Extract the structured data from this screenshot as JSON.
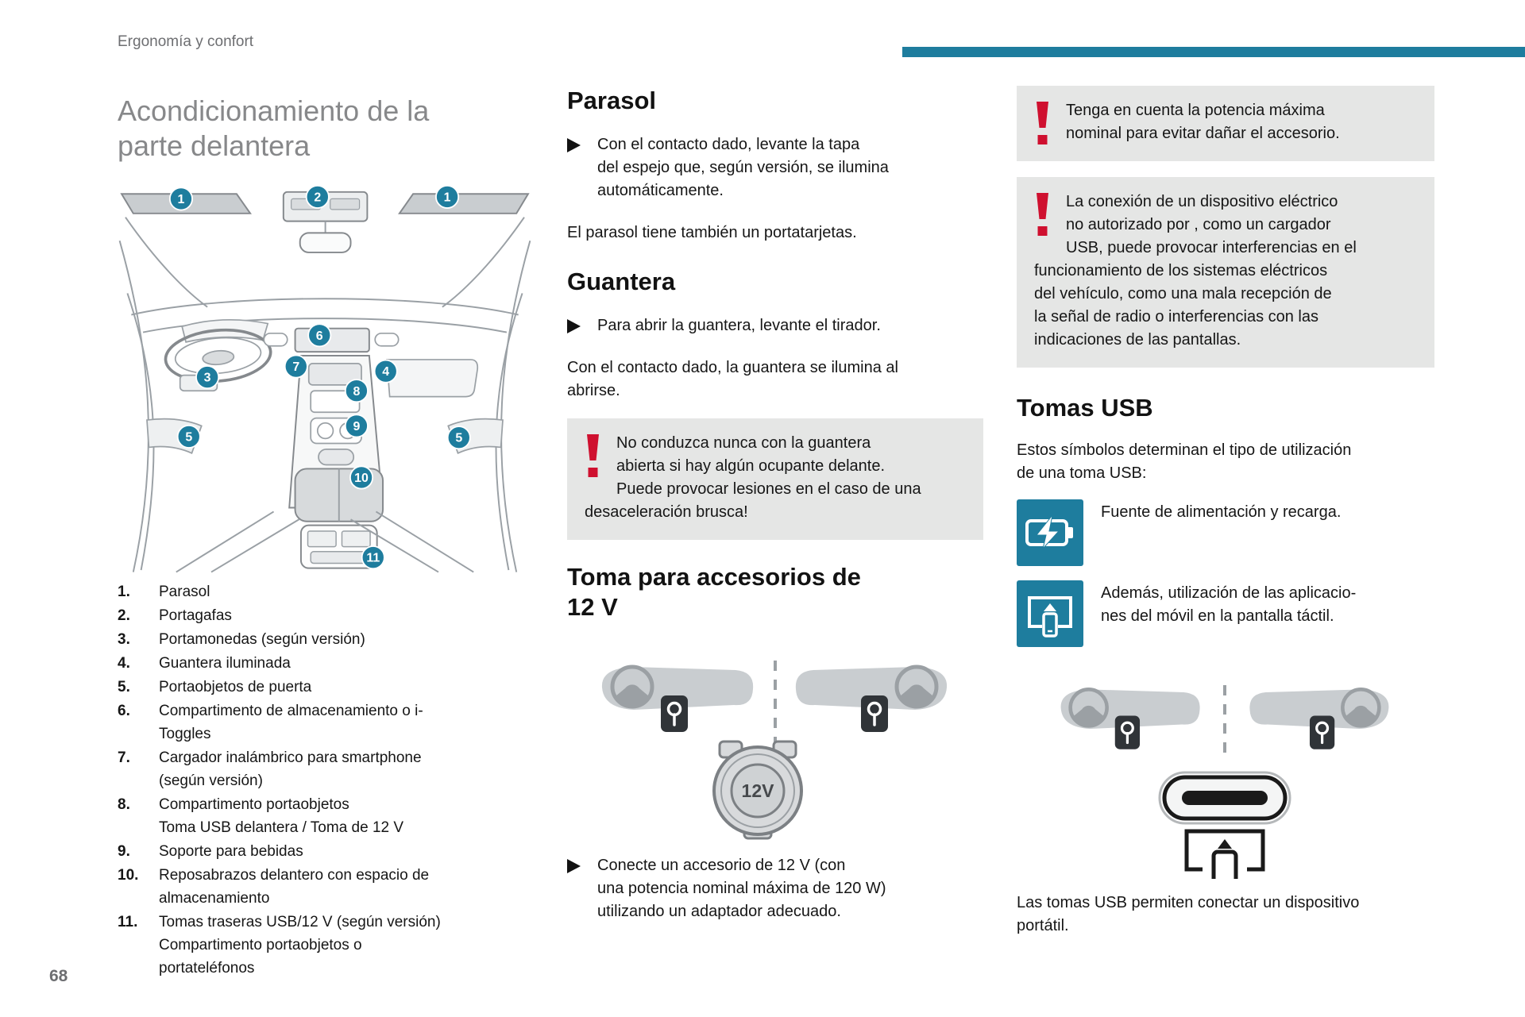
{
  "theme": {
    "accent_teal": "#1e7d9e",
    "warning_red": "#cf102f",
    "box_gray": "#e5e6e5"
  },
  "header": {
    "section_title": "Ergonomía y confort",
    "page_number": "68"
  },
  "left_column": {
    "title": "Acondicionamiento de la\nparte delantera",
    "diagram": {
      "markers": [
        "1",
        "2",
        "1",
        "6",
        "3",
        "7",
        "4",
        "8",
        "5",
        "9",
        "5",
        "10",
        "11"
      ]
    },
    "legend": [
      {
        "num": "1.",
        "text": "Parasol"
      },
      {
        "num": "2.",
        "text": "Portagafas"
      },
      {
        "num": "3.",
        "text": "Portamonedas (según versión)"
      },
      {
        "num": "4.",
        "text": "Guantera iluminada"
      },
      {
        "num": "5.",
        "text": "Portaobjetos de puerta"
      },
      {
        "num": "6.",
        "text": "Compartimento de almacenamiento o i-\nToggles"
      },
      {
        "num": "7.",
        "text": "Cargador inalámbrico para smartphone\n(según versión)"
      },
      {
        "num": "8.",
        "text": "Compartimento portaobjetos\nToma USB delantera / Toma de 12 V"
      },
      {
        "num": "9.",
        "text": "Soporte para bebidas"
      },
      {
        "num": "10.",
        "text": "Reposabrazos delantero con espacio de\nalmacenamiento"
      },
      {
        "num": "11.",
        "text": "Tomas traseras USB/12 V (según versión)\nCompartimento portaobjetos o\nportateléfonos"
      }
    ]
  },
  "middle_column": {
    "parasol": {
      "heading": "Parasol",
      "step": "Con el contacto dado, levante la tapa\ndel espejo que, según versión, se ilumina\nautomáticamente.",
      "note": "El parasol tiene también un portatarjetas."
    },
    "guantera": {
      "heading": "Guantera",
      "step": "Para abrir la guantera, levante el tirador.",
      "note": "Con el contacto dado, la guantera se ilumina al\nabrirse.",
      "warning": "No conduzca nunca con la guantera\nabierta si hay algún ocupante delante.\nPuede provocar lesiones en el caso de una\ndesaceleración brusca!"
    },
    "toma12v": {
      "heading": "Toma para accesorios de\n12 V",
      "socket_label": "12V",
      "step": "Conecte un accesorio de 12 V (con\nuna potencia nominal máxima de 120 W)\nutilizando un adaptador adecuado."
    }
  },
  "right_column": {
    "warning_power": "Tenga en cuenta la potencia máxima\nnominal para evitar dañar el accesorio.",
    "warning_devices": "La conexión de un dispositivo eléctrico\nno autorizado por , como un cargador\nUSB, puede provocar interferencias en el\nfuncionamiento de los sistemas eléctricos\ndel vehículo, como una mala recepción de\nla señal de radio o interferencias con las\nindicaciones de las pantallas.",
    "tomas_usb": {
      "heading": "Tomas USB",
      "intro": "Estos símbolos determinan el tipo de utilización\nde una toma USB:",
      "usage": [
        {
          "icon": "battery-charge-icon",
          "text": "Fuente de alimentación y recarga."
        },
        {
          "icon": "screen-mirroring-icon",
          "text": "Además, utilización de las aplicacio-\nnes del móvil en la pantalla táctil."
        }
      ],
      "outro": "Las tomas USB permiten conectar un dispositivo\nportátil."
    }
  }
}
